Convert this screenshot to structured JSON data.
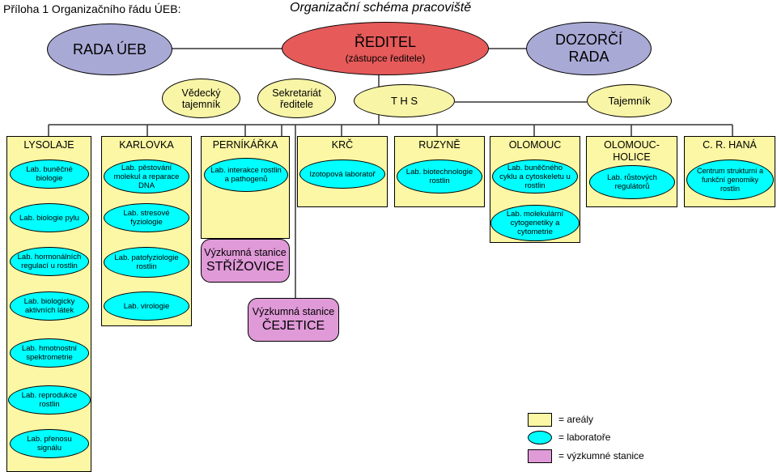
{
  "header": {
    "left_title": "Příloha 1 Organizačního řádu ÚEB:",
    "center_title": "Organizační schéma pracoviště"
  },
  "top": {
    "rada": "RADA ÚEB",
    "reditel": "ŘEDITEL",
    "reditel_sub": "(zástupce ředitele)",
    "dozorci_1": "DOZORČÍ",
    "dozorci_2": "RADA"
  },
  "second": {
    "vedecky_1": "Vědecký",
    "vedecky_2": "tajemník",
    "sekretariat_1": "Sekretariát",
    "sekretariat_2": "ředitele",
    "ths": "T H S",
    "tajemnik": "Tajemník"
  },
  "areas": {
    "lysolaje": {
      "title": "LYSOLAJE",
      "labs": [
        "Lab. buněčné biologie",
        "Lab. biologie pylu",
        "Lab. hormonálních regulací u rostlin",
        "Lab. biologicky aktivních látek",
        "Lab. hmotnostní spektrometrie",
        "Lab. reprodukce rostlin",
        "Lab. přenosu signálu"
      ]
    },
    "karlovka": {
      "title": "KARLOVKA",
      "labs": [
        "Lab. pěstování molekul a reparace DNA",
        "Lab. stresové fyziologie",
        "Lab. patofyziologie rostlin",
        "Lab. virologie"
      ]
    },
    "pernikarka": {
      "title": "PERNÍKÁŘKA",
      "labs": [
        "Lab. interakce rostlin a pathogenů"
      ]
    },
    "krc": {
      "title": "KRČ",
      "labs": [
        "Izotopová laboratoř"
      ]
    },
    "ruzyne": {
      "title": "RUZYNĚ",
      "labs": [
        "Lab. biotechnologie rostlin"
      ]
    },
    "olomouc": {
      "title": "OLOMOUC",
      "labs": [
        "Lab. buněčného cyklu a cytoskeletu u rostlin",
        "Lab. molekulární cytogenetiky a cytometrie"
      ]
    },
    "olomouc_holice": {
      "title_1": "OLOMOUC-",
      "title_2": "HOLICE",
      "labs": [
        "Lab. růstových regulátorů"
      ]
    },
    "hana": {
      "title": "C. R. HANÁ",
      "labs": [
        "Centrum strukturní a funkční genomiky rostlin"
      ]
    }
  },
  "stations": {
    "strizovice_1": "Výzkumná stanice",
    "strizovice_2": "STŘÍŽOVICE",
    "cejetice_1": "Výzkumná stanice",
    "cejetice_2": "ČEJETICE"
  },
  "legend": {
    "areas": "= areály",
    "labs": "= laboratoře",
    "stations": "= výzkumné stanice"
  },
  "colors": {
    "area": "#fbf7a4",
    "lab": "#00ffff",
    "station": "#e09ad8",
    "director": "#e65a5a",
    "board": "#a9a9d6"
  }
}
